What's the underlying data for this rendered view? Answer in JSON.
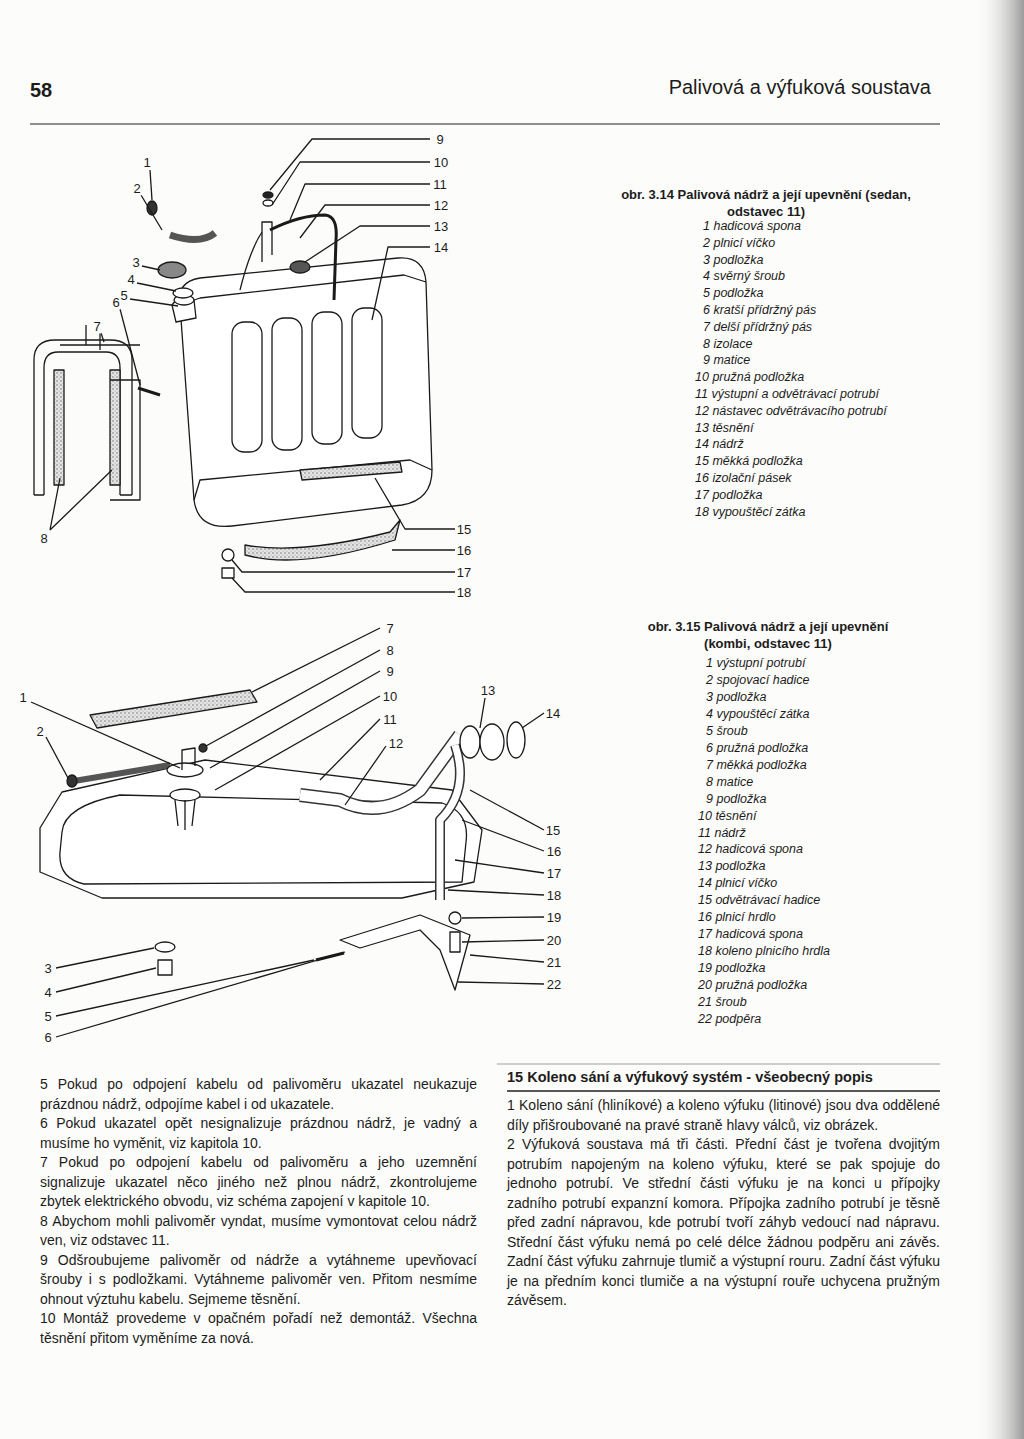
{
  "diagram": {
    "title": "Palivová a výfuková soustava",
    "labels": [
      "58",
      "1",
      "2",
      "3",
      "4",
      "5",
      "6",
      "7",
      "8",
      "9",
      "10",
      "11",
      "12",
      "13",
      "14",
      "15",
      "16",
      "17",
      "18",
      "obr. 3.14 Palivová nádrž a její upevnění (sedan, odstavec 11)",
      "1 hadicová spona",
      "2 plnicí víčko",
      "3 podložka",
      "4 svěrný šroub",
      "5 podložka",
      "6 kratší přídržný pás",
      "7 delší přídržný pás",
      "8 izolace",
      "9 matice",
      "10 pružná podložka",
      "11 výstupní a odvětrávací potrubí",
      "12 nástavec odvětrávacího potrubí",
      "13 těsnění",
      "14 nádrž",
      "15 měkká podložka",
      "16 izolační pásek",
      "17 podložka",
      "18 vypouštěcí zátka",
      "1",
      "2",
      "3",
      "4",
      "5",
      "6",
      "7",
      "8",
      "9",
      "10",
      "11",
      "12",
      "13",
      "14",
      "15",
      "16",
      "17",
      "18",
      "19",
      "20",
      "21",
      "22",
      "obr. 3.15 Palivová nádrž a její upevnění (kombi, odstavec 11)",
      "1 výstupní potrubí",
      "2 spojovací hadice",
      "3 podložka",
      "4 vypouštěcí zátka",
      "5 šroub",
      "6 pružná podložka",
      "7 měkká podložka",
      "8 matice",
      "9 podložka",
      "10 těsnění",
      "11 nádrž",
      "12 hadicová spona",
      "13 podložka",
      "14 plnicí víčko",
      "15 odvětrávací hadice",
      "16 plnicí hrdlo",
      "17 hadicová spona",
      "18 koleno plnicího hrdla",
      "19 podložka",
      "20 pružná podložka",
      "21 šroub",
      "22 podpěra",
      "5 Pokud po odpojení kabelu od palivoměru ukazatel neukazuje prázdnou nádrž, odpojíme kabel i od ukazatele.",
      "6 Pokud ukazatel opět nesignalizuje prázdnou nádrž, je vadný a musíme ho vyměnit, viz kapitola 10.",
      "7 Pokud po odpojení kabelu od palivoměru a jeho uzemnění signalizuje ukazatel něco jiného než plnou nádrž, zkontrolujeme zbytek elektrického obvodu, viz schéma zapojení v kapitole 10.",
      "8 Abychom mohli palivoměr vyndat, musíme vymontovat celou nádrž ven, viz odstavec 11.",
      "9 Odšroubujeme palivoměr od nádrže a vytáhneme upevňovací šrouby i s podložkami. Vytáhneme palivoměr ven. Přitom nesmíme ohnout výztuhu kabelu. Sejmeme těsnění.",
      "10 Montáž provedeme v opačném pořadí než demontáž. Všechna těsnění přitom vyměníme za nová.",
      "15 Koleno sání a výfukový systém - všeobecný popis",
      "1 Koleno sání (hliníkové) a koleno výfuku (litinové) jsou dva oddělené díly přišroubované na pravé straně hlavy válců, viz obrázek.",
      "2 Výfuková soustava má tři části. Přední část je tvořena dvojitým potrubím napojeným na koleno výfuku, které se pak spojuje do jednoho potrubí. Ve střední části výfuku je na konci u přípojky zadního potrubí expanzní komora. Přípojka zadního potrubí je těsně před zadní nápravou, kde potrubí tvoří záhyb vedoucí nad nápravu. Střední část výfuku nemá po celé délce žádnou podpěru ani závěs. Zadní část výfuku zahrnuje tlumič a výstupní rouru. Zadní část výfuku je na předním konci tlumiče a na výstupní rouře uchycena pružným závěsem."
    ]
  }
}
